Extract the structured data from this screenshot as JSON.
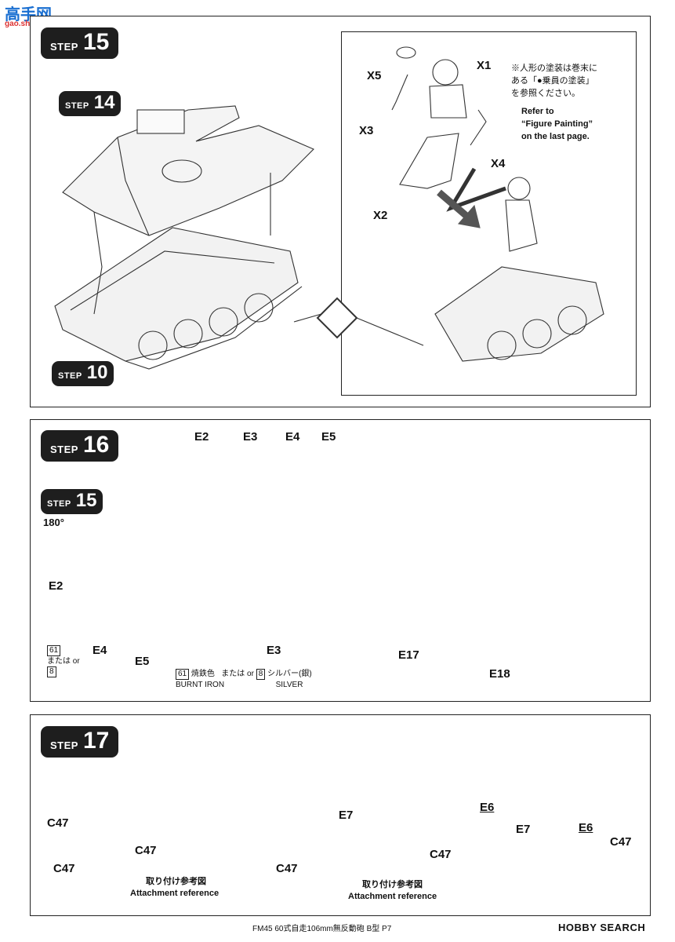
{
  "watermark": {
    "logo": "高手网",
    "url": "gao.shou.com"
  },
  "step15": {
    "badge_word": "STEP",
    "badge_num": "15",
    "ref_top_word": "STEP",
    "ref_top_num": "14",
    "ref_bottom_word": "STEP",
    "ref_bottom_num": "10",
    "parts": {
      "x1": "X1",
      "x2": "X2",
      "x3": "X3",
      "x4": "X4",
      "x5": "X5"
    },
    "note_jp_1": "※人形の塗装は巻末に",
    "note_jp_2": "ある「●乗員の塗装」",
    "note_jp_3": "を参照ください。",
    "note_en_1": "Refer to",
    "note_en_2": "“Figure Painting”",
    "note_en_3": "on the last page."
  },
  "step16": {
    "badge_word": "STEP",
    "badge_num": "16",
    "ref_word": "STEP",
    "ref_num": "15",
    "rotate": "180°",
    "top_parts": [
      "E2",
      "E3",
      "E4",
      "E5"
    ],
    "parts": {
      "e2": "E2",
      "e4": "E4",
      "e5": "E5",
      "e3": "E3",
      "e17": "E17",
      "e18": "E18"
    },
    "paint_left": {
      "code1": "61",
      "or_jp": "または",
      "or_en": "or",
      "code2": "8"
    },
    "paint_mid": {
      "code1": "61",
      "name1_jp": "焼鉄色",
      "name1_en": "BURNT IRON",
      "or_jp": "または",
      "or_en": "or",
      "code2": "8",
      "name2_jp": "シルバー(銀)",
      "name2_en": "SILVER"
    }
  },
  "step17": {
    "badge_word": "STEP",
    "badge_num": "17",
    "parts": {
      "c47a": "C47",
      "c47b": "C47",
      "c47c": "C47",
      "c47d": "C47",
      "c47e": "C47",
      "c47f": "C47",
      "e7a": "E7",
      "e6a": "E6",
      "e7b": "E7",
      "e6b": "E6"
    },
    "ref1_jp": "取り付け参考図",
    "ref1_en": "Attachment reference",
    "ref2_jp": "取り付け参考図",
    "ref2_en": "Attachment reference"
  },
  "footer": {
    "text": "FM45 60式自走106mm無反動砲 B型 P7",
    "brand": "HOBBY SEARCH"
  }
}
